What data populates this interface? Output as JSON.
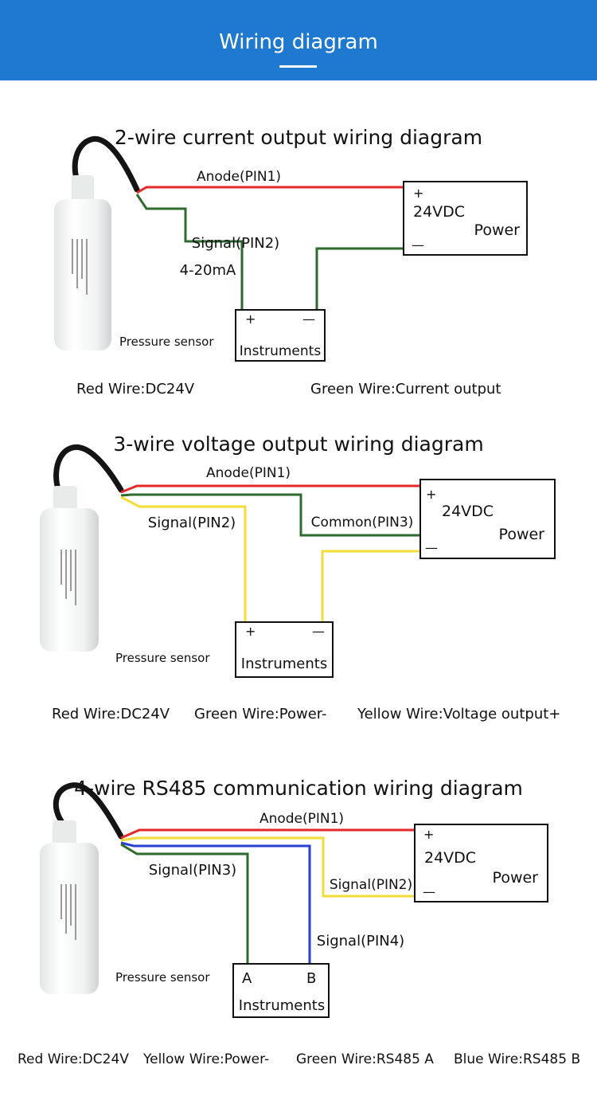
{
  "header": {
    "title": "Wiring diagram"
  },
  "diagrams": [
    {
      "title": "2-wire current output wiring diagram",
      "wire_labels": {
        "anode": "Anode(PIN1)",
        "signal": "Signal(PIN2)",
        "current": "4-20mA"
      },
      "power": {
        "plus": "+",
        "voltage": "24VDC",
        "name": "Power",
        "minus": "—"
      },
      "instruments": {
        "left": "+",
        "right": "—",
        "name": "Instruments"
      },
      "sensor_label": "Pressure sensor",
      "legend": [
        "Red Wire:DC24V",
        "Green Wire:Current output"
      ]
    },
    {
      "title": "3-wire voltage output wiring diagram",
      "wire_labels": {
        "anode": "Anode(PIN1)",
        "signal": "Signal(PIN2)",
        "common": "Common(PIN3)"
      },
      "power": {
        "plus": "+",
        "voltage": "24VDC",
        "name": "Power",
        "minus": "—"
      },
      "instruments": {
        "left": "+",
        "right": "—",
        "name": "Instruments"
      },
      "sensor_label": "Pressure sensor",
      "legend": [
        "Red Wire:DC24V",
        "Green Wire:Power-",
        "Yellow Wire:Voltage output+"
      ]
    },
    {
      "title": "4-wire RS485 communication wiring diagram",
      "wire_labels": {
        "anode": "Anode(PIN1)",
        "signal2": "Signal(PIN2)",
        "signal3": "Signal(PIN3)",
        "signal4": "Signal(PIN4)"
      },
      "power": {
        "plus": "+",
        "voltage": "24VDC",
        "name": "Power",
        "minus": "—"
      },
      "instruments": {
        "left": "A",
        "right": "B",
        "name": "Instruments"
      },
      "sensor_label": "Pressure sensor",
      "legend": [
        "Red Wire:DC24V",
        "Yellow Wire:Power-",
        "Green Wire:RS485 A",
        "Blue Wire:RS485 B"
      ]
    }
  ],
  "colors": {
    "header": "#1f79d0",
    "red_wire": "#e5292a",
    "green_wire": "#2e6b2e",
    "yellow_wire": "#f2dc3a",
    "blue_wire": "#2a3fd6"
  }
}
